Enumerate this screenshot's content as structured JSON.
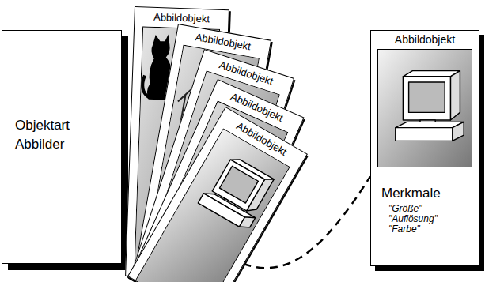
{
  "diagram": {
    "nodes": [
      {
        "text": [
          "Objektart Abbilder"
        ]
      },
      {
        "text": [
          "Abbildobjekt"
        ]
      },
      {
        "text": [
          "Abbildobjekt"
        ]
      },
      {
        "text": [
          "Abbildobjekt"
        ]
      },
      {
        "text": [
          "Abbildobjekt"
        ]
      },
      {
        "text": [
          "Abbildobjekt"
        ]
      },
      {
        "text": [
          "Abbildobjekt",
          "Merkmale",
          "\"Größe\"",
          "\"Auflösung\"",
          "\"Farbe\""
        ]
      }
    ],
    "edges": [
      {
        "from": 5,
        "to": 6,
        "arrow": "none"
      }
    ]
  }
}
